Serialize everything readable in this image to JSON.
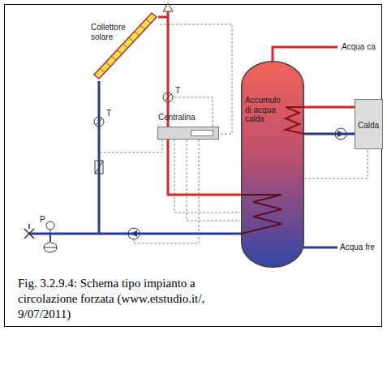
{
  "diagram": {
    "caption": "Fig. 3.2.9.4: Schema tipo impianto a circolazione forzata (www.etstudio.it/, 9/07/2011)",
    "nodes": [
      {
        "text": [
          "Collettore solare"
        ]
      },
      {
        "text": [
          "Centralina"
        ]
      },
      {
        "text": [
          "Accumulo di acqua calda"
        ]
      },
      {
        "text": [
          "Calda"
        ]
      }
    ],
    "edges": [
      {
        "from": 0,
        "to": 2,
        "arrow": "none"
      },
      {
        "from": 2,
        "to": 0,
        "arrow": "none"
      },
      {
        "from": 2,
        "to": 3,
        "arrow": "none"
      },
      {
        "from": 3,
        "to": 2,
        "arrow": "none"
      }
    ],
    "labels": [
      "Acqua ca",
      "Acqua fre",
      "T",
      "T",
      "P"
    ]
  }
}
